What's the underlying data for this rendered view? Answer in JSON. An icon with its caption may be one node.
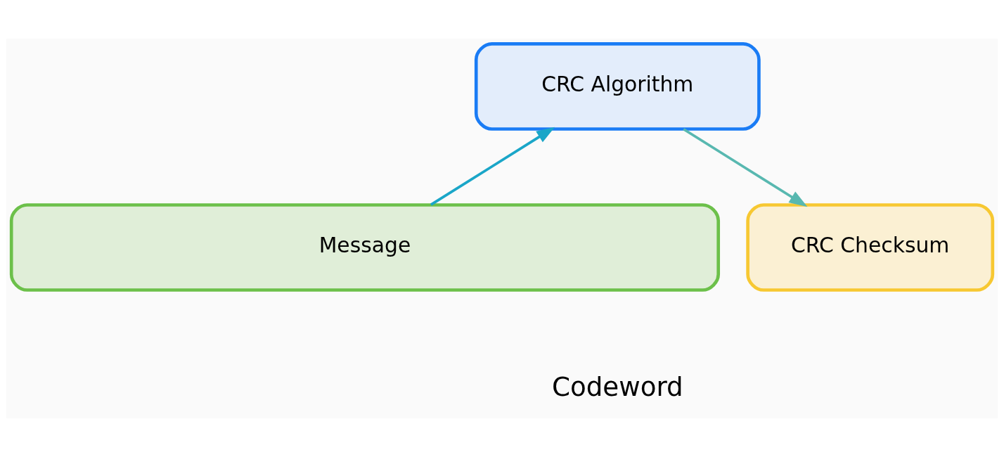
{
  "diagram": {
    "nodes": [
      {
        "text": [
          "CRC Algorithm"
        ]
      },
      {
        "text": [
          "Message"
        ]
      },
      {
        "text": [
          "CRC Checksum"
        ]
      }
    ],
    "edges": [
      {
        "from": 1,
        "to": 0,
        "arrow": "to"
      },
      {
        "from": 0,
        "to": 2,
        "arrow": "to"
      }
    ],
    "labels": [
      "Codeword"
    ]
  }
}
